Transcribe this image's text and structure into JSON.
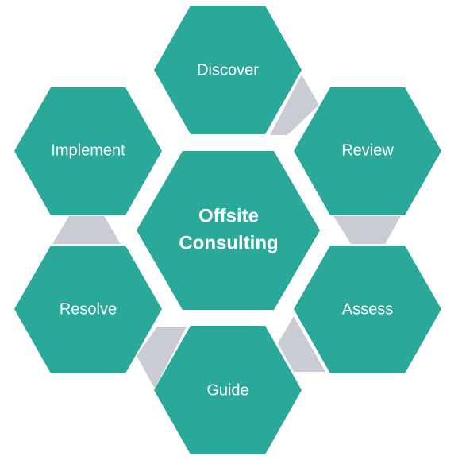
{
  "colors": {
    "hexagon": "#2aa89a",
    "connector": "#c9cdd3",
    "background": "#ffffff",
    "text": "#ffffff"
  },
  "center": {
    "line1": "Offsite",
    "line2": "Consulting"
  },
  "steps": {
    "discover": "Discover",
    "review": "Review",
    "assess": "Assess",
    "guide": "Guide",
    "resolve": "Resolve",
    "implement": "Implement"
  }
}
